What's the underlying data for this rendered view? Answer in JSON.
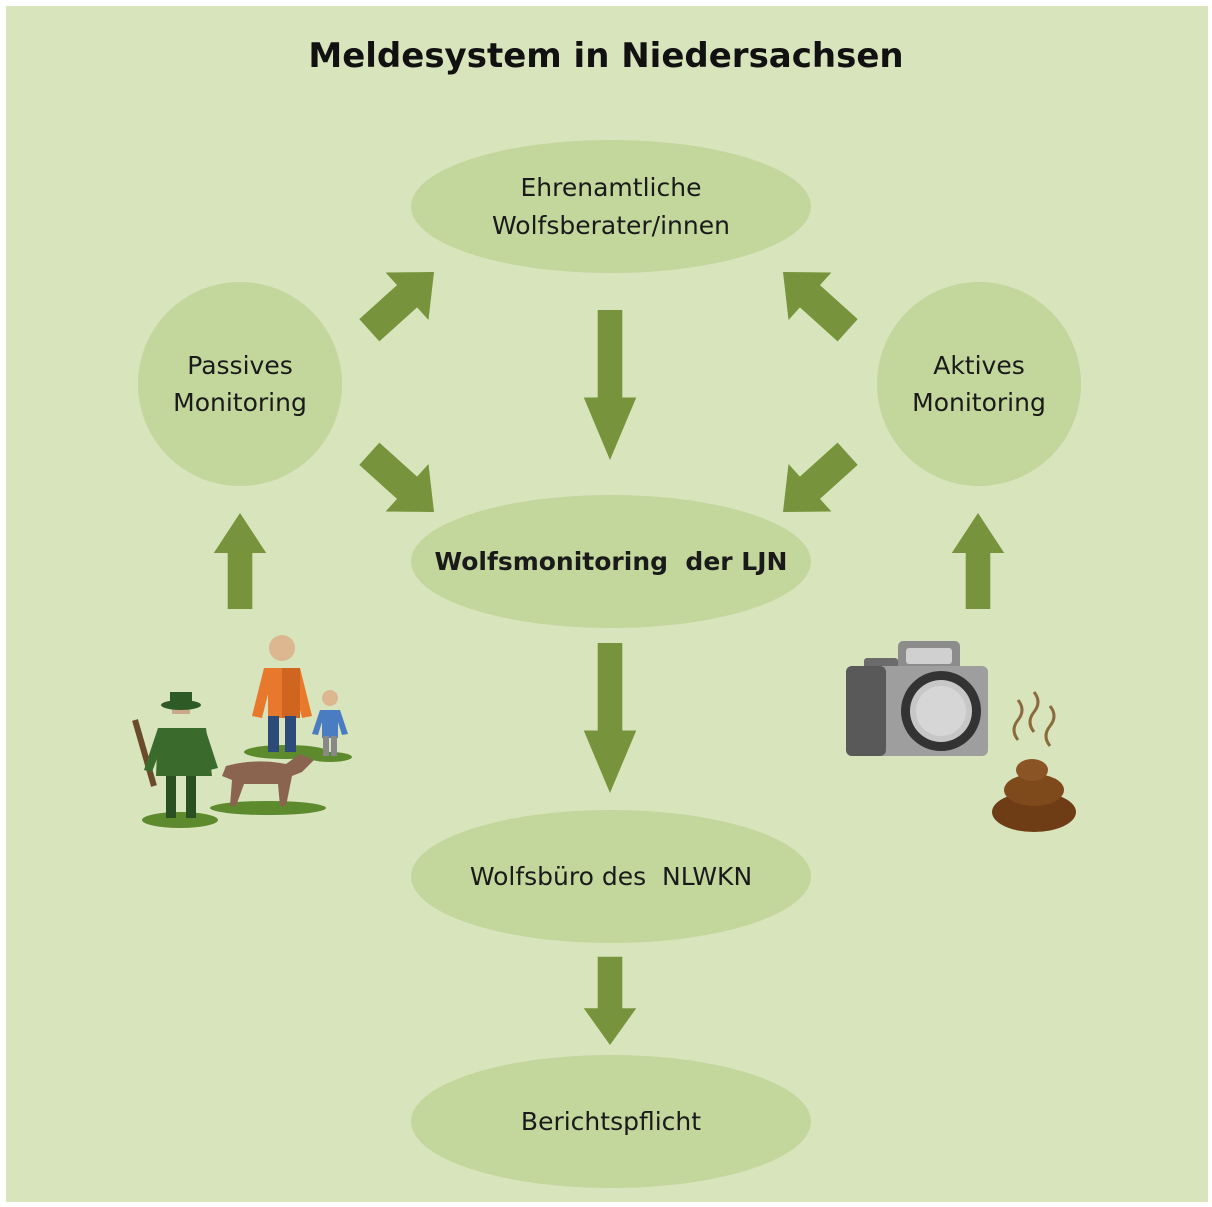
{
  "title": "Meldesystem in Niedersachsen",
  "nodes": {
    "ehrenamtliche": {
      "line1": "Ehrenamtliche",
      "line2": "Wolfsberater/innen"
    },
    "passiv": {
      "line1": "Passives",
      "line2": "Monitoring"
    },
    "aktiv": {
      "line1": "Aktives",
      "line2": "Monitoring"
    },
    "ljn": {
      "label": "Wolfsmonitoring  der LJN"
    },
    "nlwkn": {
      "label": "Wolfsbüro des  NLWKN"
    },
    "bericht": {
      "label": "Berichtspflicht"
    }
  },
  "colors": {
    "background": "#d8e4bc",
    "node": "#c3d69b",
    "arrow": "#77933c"
  },
  "icons": [
    "hunter-with-dog-and-family-icon",
    "camera-icon",
    "droppings-icon"
  ]
}
